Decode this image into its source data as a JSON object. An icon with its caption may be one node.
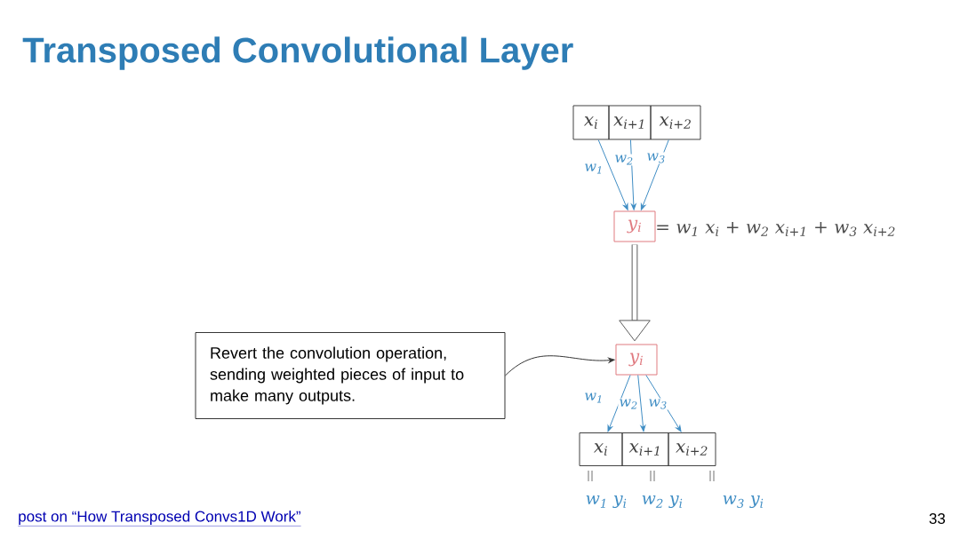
{
  "diagram": {
    "title": "Transposed Convolutional Layer",
    "nodes": [
      {
        "text": [
          "x$_{i}$"
        ]
      },
      {
        "text": [
          "x$_{i+1}$"
        ]
      },
      {
        "text": [
          "x$_{i+2}$"
        ]
      },
      {
        "text": [
          "y$_{i}$"
        ]
      },
      {
        "text": [
          "y$_{i}$"
        ]
      },
      {
        "text": [
          "x$_{i}$"
        ]
      },
      {
        "text": [
          "x$_{i+1}$"
        ]
      },
      {
        "text": [
          "x$_{i+2}$"
        ]
      },
      {
        "text": [
          "Revert the convolution operation, sending weighted pieces of input to make many outputs."
        ]
      }
    ],
    "edges": [
      {
        "from": 0,
        "to": 3,
        "arrow": "to",
        "label": "w$_{1}$"
      },
      {
        "from": 1,
        "to": 3,
        "arrow": "to",
        "label": "w$_{2}$"
      },
      {
        "from": 2,
        "to": 3,
        "arrow": "to",
        "label": "w$_{3}$"
      },
      {
        "from": 3,
        "to": 4,
        "arrow": "to",
        "style": "thick",
        "color": "#333333"
      },
      {
        "from": 8,
        "to": 4,
        "arrow": "to",
        "color": "#333333"
      },
      {
        "from": 4,
        "to": 5,
        "arrow": "to",
        "label": "w$_{1}$"
      },
      {
        "from": 4,
        "to": 6,
        "arrow": "to",
        "label": "w$_{2}$"
      },
      {
        "from": 4,
        "to": 7,
        "arrow": "to",
        "label": "w$_{3}$"
      }
    ],
    "labels": [
      "= w$_{1}$ x$_{i}$ + w$_{2}$ x$_{i+1}$ + w$_{3}$ x$_{i+2}$",
      "w$_{1}$ y$_{i}$",
      "w$_{2}$ y$_{i}$",
      "w$_{3}$ y$_{i}$",
      "post on “How Transposed Convs1D Work”",
      "33"
    ]
  }
}
